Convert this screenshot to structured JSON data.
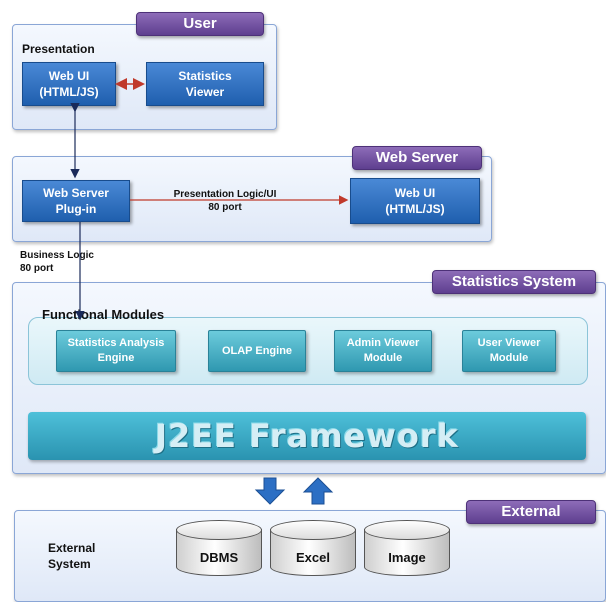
{
  "user": {
    "tag": "User",
    "section_label": "Presentation",
    "web_ui": "Web UI\n(HTML/JS)",
    "stats_viewer": "Statistics\nViewer"
  },
  "web_server": {
    "tag": "Web Server",
    "plugin": "Web Server\nPlug-in",
    "web_ui": "Web UI\n(HTML/JS)",
    "link_label": "Presentation Logic/UI\n80 port"
  },
  "business_logic_label": "Business Logic\n80 port",
  "stats_system": {
    "tag": "Statistics System",
    "functional_modules": "Functional Modules",
    "modules": [
      "Statistics Analysis\nEngine",
      "OLAP Engine",
      "Admin Viewer\nModule",
      "User Viewer\nModule"
    ],
    "framework": "J2EE Framework"
  },
  "external": {
    "tag": "External",
    "system_label": "External\nSystem",
    "stores": [
      "DBMS",
      "Excel",
      "Image"
    ]
  },
  "colors": {
    "accent_purple": "#6a4a9c",
    "box_blue": "#2f6fbd",
    "module_teal": "#3aa6bd",
    "arrow_blue": "#2c6fc4"
  }
}
